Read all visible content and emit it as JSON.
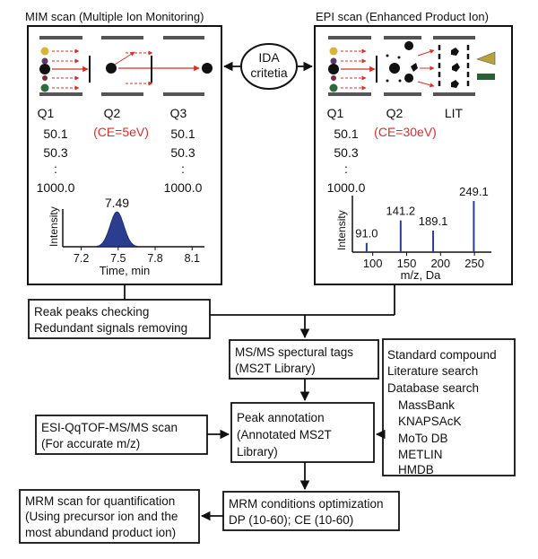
{
  "mim": {
    "title": "MIM scan (Multiple Ion Monitoring)",
    "q1": "Q1",
    "q2": "Q2",
    "q3": "Q3",
    "ce": "(CE=5eV)",
    "q1_values": [
      "50.1",
      "50.3",
      ":",
      "1000.0"
    ],
    "q3_values": [
      "50.1",
      "50.3",
      ":",
      "1000.0"
    ],
    "chart_data": {
      "type": "area",
      "ylabel": "Intensity",
      "xlabel": "Time, min",
      "x_ticks": [
        "7.2",
        "7.5",
        "7.8",
        "8.1"
      ],
      "xlim": [
        7.05,
        8.2
      ],
      "peak": {
        "x": 7.49,
        "label": "7.49",
        "width": 0.14
      }
    }
  },
  "epi": {
    "title": "EPI scan (Enhanced Product Ion)",
    "q1": "Q1",
    "q2": "Q2",
    "lit": "LIT",
    "ce": "(CE=30eV)",
    "q1_values": [
      "50.1",
      "50.3",
      ":",
      "1000.0"
    ],
    "chart_data": {
      "type": "bar",
      "ylabel": "Intensity",
      "xlabel": "m/z, Da",
      "x_ticks": [
        "100",
        "150",
        "200",
        "250"
      ],
      "xlim": [
        70,
        275
      ],
      "peaks": [
        {
          "x": 91.0,
          "label": "91.0",
          "y": 0.18
        },
        {
          "x": 141.2,
          "label": "141.2",
          "y": 0.62
        },
        {
          "x": 189.1,
          "label": "189.1",
          "y": 0.42
        },
        {
          "x": 249.1,
          "label": "249.1",
          "y": 1.0
        }
      ],
      "bar_color": "#2a3d8f"
    }
  },
  "ida": {
    "line1": "IDA",
    "line2": "critetia"
  },
  "boxes": {
    "reak_line1": "Reak peaks checking",
    "reak_line2": "Redundant signals removing",
    "msms_line1": "MS/MS spectural tags",
    "msms_line2": "(MS2T Library)",
    "peak_line1": "Peak annotation",
    "peak_line2": "(Annotated MS2T",
    "peak_line3": "Library)",
    "esi_line1": "ESI-QqTOF-MS/MS scan",
    "esi_line2": "(For accurate m/z)",
    "mrmopt_line1": "MRM conditions optimization",
    "mrmopt_line2": "DP (10-60); CE (10-60)",
    "mrmq_line1": "MRM scan for quantification",
    "mrmq_line2": "(Using precursor ion and the",
    "mrmq_line3": "most abundand product ion)"
  },
  "sources": {
    "items": [
      "Standard compound",
      "Literature search",
      "Database search"
    ],
    "databases": [
      "MassBank",
      "KNAPSAcK",
      "MoTo DB",
      "METLIN",
      "HMDB"
    ]
  },
  "colors": {
    "accent_red": "#d4302a",
    "peak_fill": "#2a3d8f",
    "arrow_gold": "#b9a23a",
    "arrow_green": "#2e5e33"
  }
}
